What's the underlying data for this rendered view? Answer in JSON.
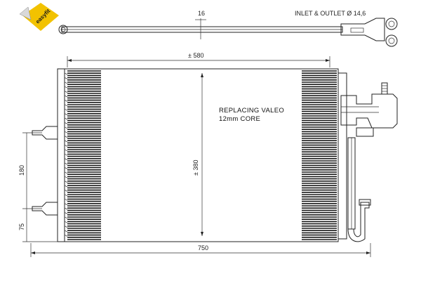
{
  "logo": {
    "text": "easyfit",
    "color": "#f2c200"
  },
  "labels": {
    "inlet_outlet": "INLET & OUTLET Ø 14,6",
    "replacing_line1": "REPLACING VALEO",
    "replacing_line2": "12mm CORE"
  },
  "dimensions": {
    "thickness": "16",
    "core_width": "± 580",
    "core_height": "± 380",
    "overall_width": "750",
    "mount_spacing": "180",
    "mount_offset": "75"
  },
  "colors": {
    "line": "#222222",
    "fin": "#1a1a1a",
    "background": "#ffffff"
  }
}
